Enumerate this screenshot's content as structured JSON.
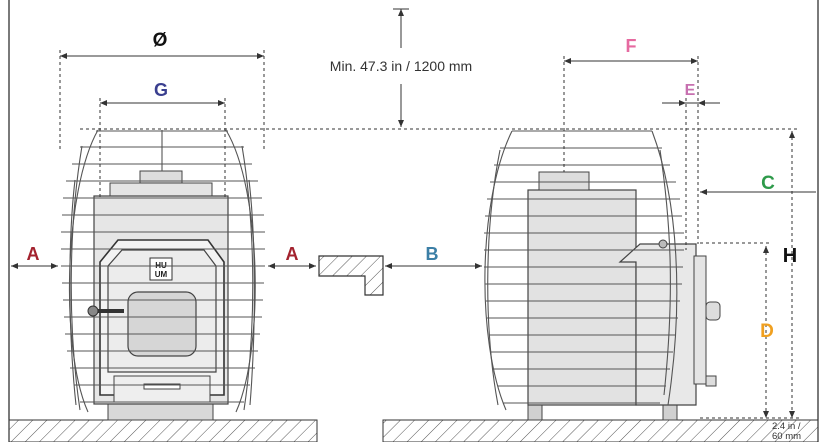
{
  "labels": {
    "diameter": "Ø",
    "g": "G",
    "a_left": "A",
    "a_right": "A",
    "b": "B",
    "c": "C",
    "d": "D",
    "e": "E",
    "f": "F",
    "h": "H",
    "min_height": "Min. 47.3 in / 1200 mm",
    "gap_line1": "2.4 in /",
    "gap_line2": "60 mm",
    "logo_line1": "HU",
    "logo_line2": "UM"
  },
  "colors": {
    "diameter": "#111111",
    "g": "#3a3f8f",
    "a": "#a3222e",
    "b": "#3c7fa6",
    "c": "#2e9a4a",
    "d": "#f0a020",
    "e": "#c770b0",
    "f": "#e66aa0",
    "h": "#111111"
  }
}
